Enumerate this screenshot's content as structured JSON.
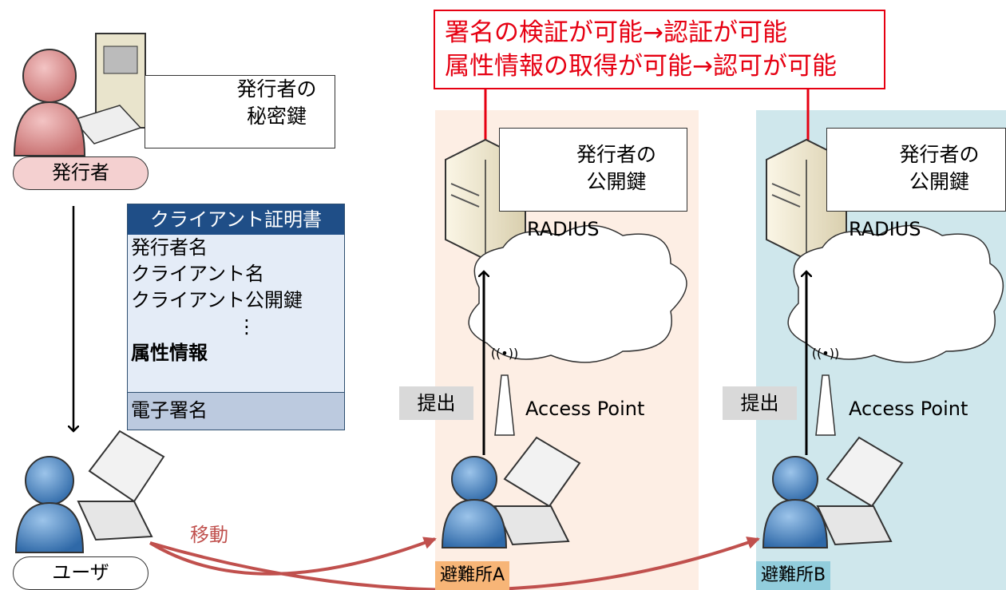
{
  "callout": {
    "line1": "署名の検証が可能→認証が可能",
    "line2": "属性情報の取得が可能→認可が可能"
  },
  "issuer": {
    "label": "発行者",
    "key_label_line1": "発行者の",
    "key_label_line2": "秘密鍵"
  },
  "certificate": {
    "title": "クライアント証明書",
    "fields": [
      "発行者名",
      "クライアント名",
      "クライアント公開鍵",
      "⋮",
      "属性情報"
    ],
    "signature": "電子署名"
  },
  "user": {
    "label": "ユーザ",
    "move_label": "移動"
  },
  "shelters": [
    {
      "name": "避難所A",
      "key_label_line1": "発行者の",
      "key_label_line2": "公開鍵",
      "server_label": "RADIUS",
      "submit_label": "提出",
      "ap_label": "Access Point"
    },
    {
      "name": "避難所B",
      "key_label_line1": "発行者の",
      "key_label_line2": "公開鍵",
      "server_label": "RADIUS",
      "submit_label": "提出",
      "ap_label": "Access Point"
    }
  ],
  "colors": {
    "callout_red": "#e60012",
    "zone_a_bg": "#fdeee4",
    "zone_b_bg": "#cfe7ec",
    "cert_header": "#1f4e87",
    "issuer_person": "#d98a8a",
    "user_person": "#4f86c0",
    "move_arrow": "#c0504d"
  }
}
